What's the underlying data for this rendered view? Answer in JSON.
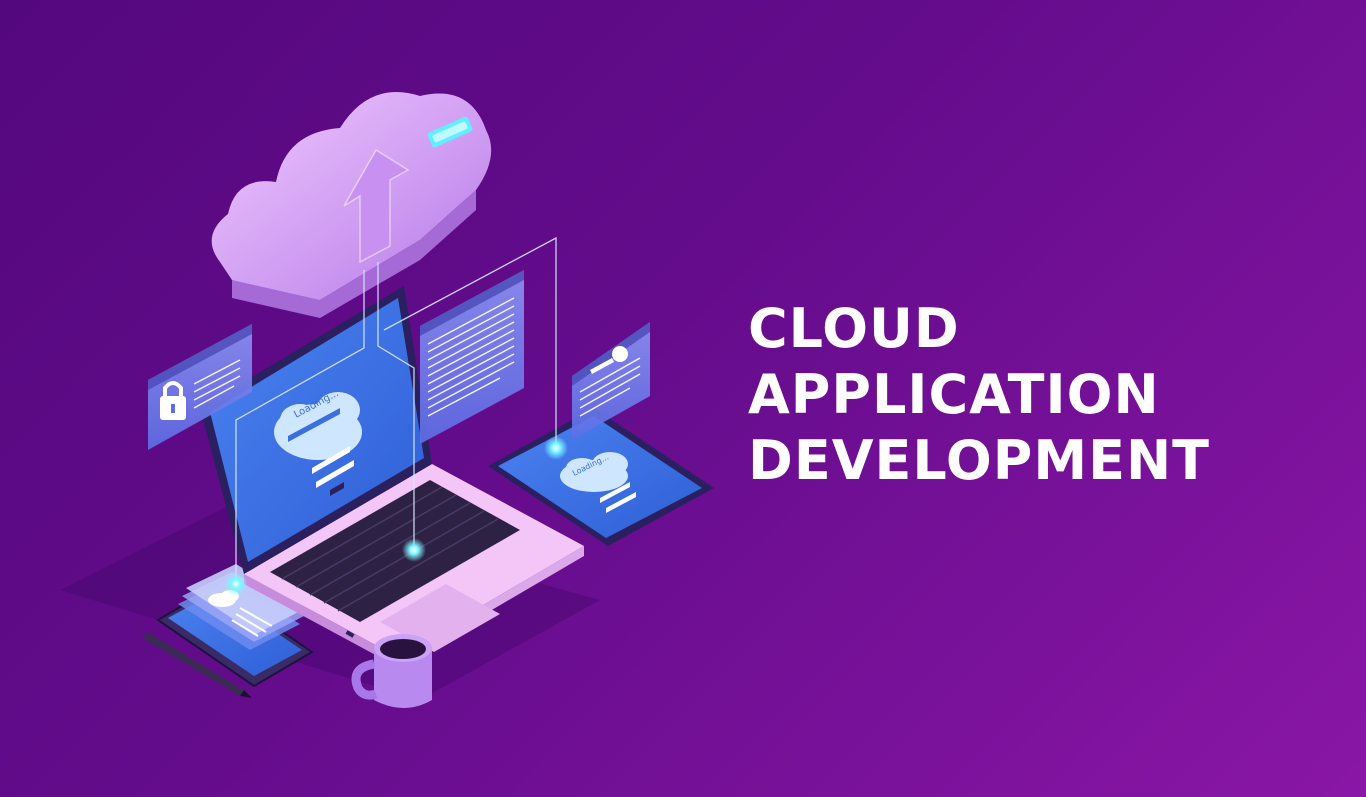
{
  "headline": {
    "line1": "CLOUD",
    "line2": "APPLICATION",
    "line3": "DEVELOPMENT"
  },
  "illustration": {
    "laptop_screen_text": "Loading...",
    "tablet_screen_text": "Loading..."
  },
  "colors": {
    "background_start": "#54087e",
    "background_end": "#8a16a6",
    "cloud": "#d9a6f5",
    "screen": "#3b6fe0",
    "panel": "#6f7ee8",
    "laptop_body": "#f0c8f5",
    "glow": "#5ff0ff",
    "headline": "#ffffff"
  },
  "icons": [
    "cloud-icon",
    "upload-arrow-icon",
    "lock-icon",
    "key-icon",
    "laptop-icon",
    "tablet-icon",
    "phone-icon",
    "pen-icon",
    "coffee-cup-icon"
  ]
}
